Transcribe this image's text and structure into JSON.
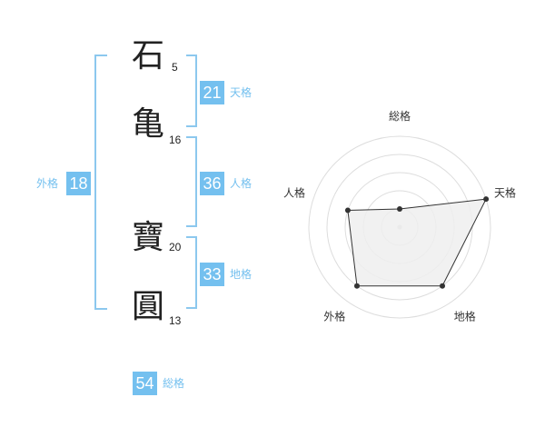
{
  "name": {
    "chars": [
      {
        "char": "石",
        "strokes": "5"
      },
      {
        "char": "亀",
        "strokes": "16"
      },
      {
        "char": "寶",
        "strokes": "20"
      },
      {
        "char": "圓",
        "strokes": "13"
      }
    ]
  },
  "fortunes": {
    "tenkaku": {
      "value": "21",
      "label": "天格"
    },
    "jinkaku": {
      "value": "36",
      "label": "人格"
    },
    "chikaku": {
      "value": "33",
      "label": "地格"
    },
    "gaikaku": {
      "value": "18",
      "label": "外格"
    },
    "soukaku": {
      "value": "54",
      "label": "総格"
    }
  },
  "colors": {
    "accent": "#74c0ef",
    "bracket": "#8cc8ee",
    "text": "#222222",
    "radar_fill": "#efefef",
    "radar_line": "#333333"
  },
  "radar": {
    "labels": [
      "総格",
      "天格",
      "地格",
      "外格",
      "人格"
    ],
    "values": [
      0.2,
      1.0,
      0.8,
      0.8,
      0.6
    ]
  }
}
